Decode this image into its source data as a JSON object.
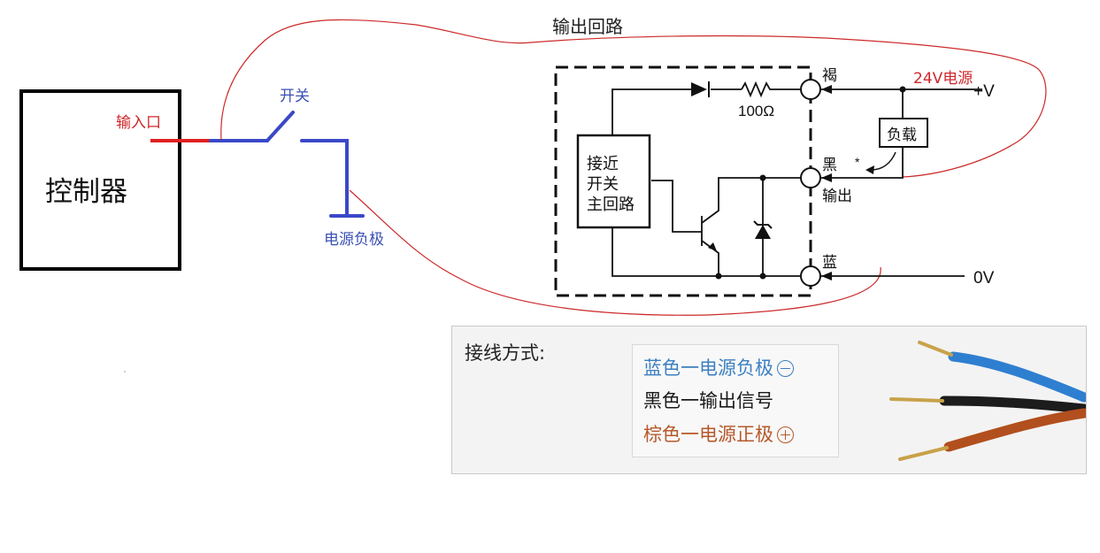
{
  "controller": {
    "label": "控制器",
    "input_label": "输入口"
  },
  "switch": {
    "label": "开关",
    "ground_label": "电源负极"
  },
  "output_loop_label": "输出回路",
  "sensor": {
    "main_circuit_label": [
      "接近",
      "开关",
      "主回路"
    ],
    "resistor_label": "100Ω",
    "brown_label": "褐",
    "black_label": "黑",
    "output_label": "输出",
    "blue_label": "蓝",
    "load_label": "负载",
    "asterisk": "*",
    "plus_v": "+V",
    "zero_v": "0V",
    "supply_label": "24V电源"
  },
  "wiring": {
    "title": "接线方式:",
    "blue": "蓝色一电源负极",
    "black": "黑色一输出信号",
    "brown": "棕色一电源正极"
  },
  "colors": {
    "red_wire": "#e02020",
    "blue_wire": "#3a48c8",
    "annotation_red": "#d0262b",
    "label_blue": "#3b50b5",
    "loop_red": "#cc2a2a",
    "cable_blue": "#2f7fd0",
    "cable_brown": "#b24f1e"
  }
}
